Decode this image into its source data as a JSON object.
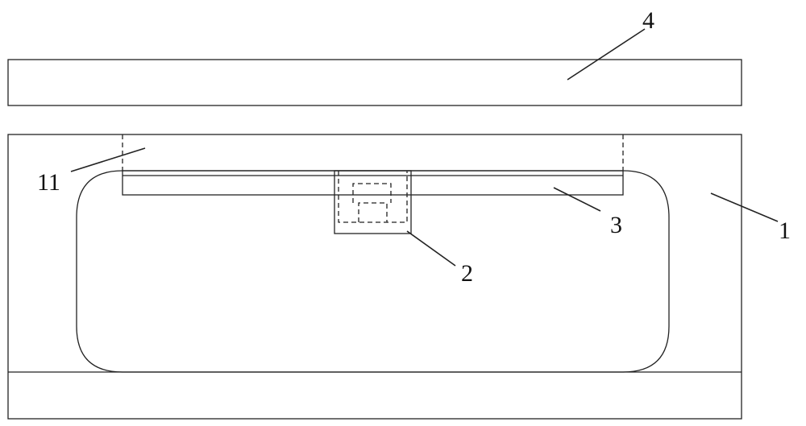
{
  "labels": {
    "cover": "4",
    "body": "1",
    "recess": "11",
    "strip": "3",
    "clip": "2"
  }
}
